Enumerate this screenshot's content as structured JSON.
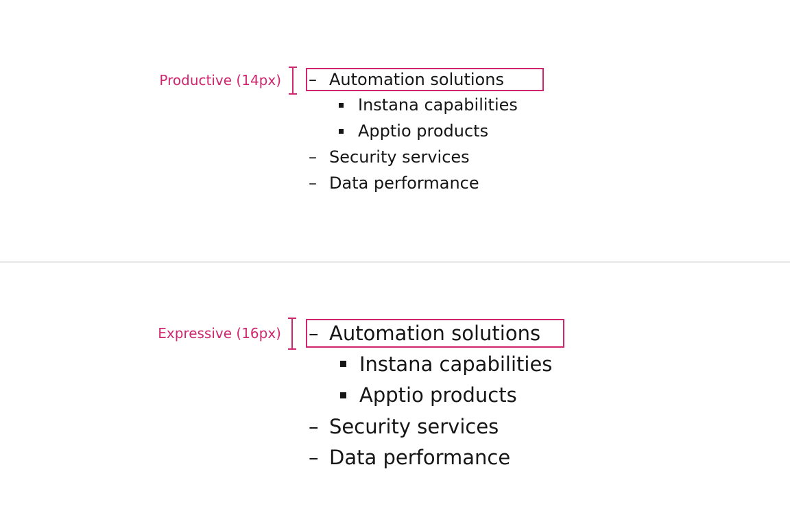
{
  "colors": {
    "accent": "#d02670",
    "text": "#161616",
    "divider": "#e6e6e6",
    "background": "#ffffff"
  },
  "markers": {
    "dash": "–"
  },
  "sections": [
    {
      "id": "productive",
      "annotation": "Productive (14px)",
      "items": [
        {
          "text": "Automation solutions",
          "level": 1,
          "highlighted": true
        },
        {
          "text": "Instana capabilities",
          "level": 2
        },
        {
          "text": "Apptio products",
          "level": 2
        },
        {
          "text": "Security services",
          "level": 1
        },
        {
          "text": "Data performance",
          "level": 1
        }
      ]
    },
    {
      "id": "expressive",
      "annotation": "Expressive (16px)",
      "items": [
        {
          "text": "Automation solutions",
          "level": 1,
          "highlighted": true
        },
        {
          "text": "Instana capabilities",
          "level": 2
        },
        {
          "text": "Apptio products",
          "level": 2
        },
        {
          "text": "Security services",
          "level": 1
        },
        {
          "text": "Data performance",
          "level": 1
        }
      ]
    }
  ]
}
